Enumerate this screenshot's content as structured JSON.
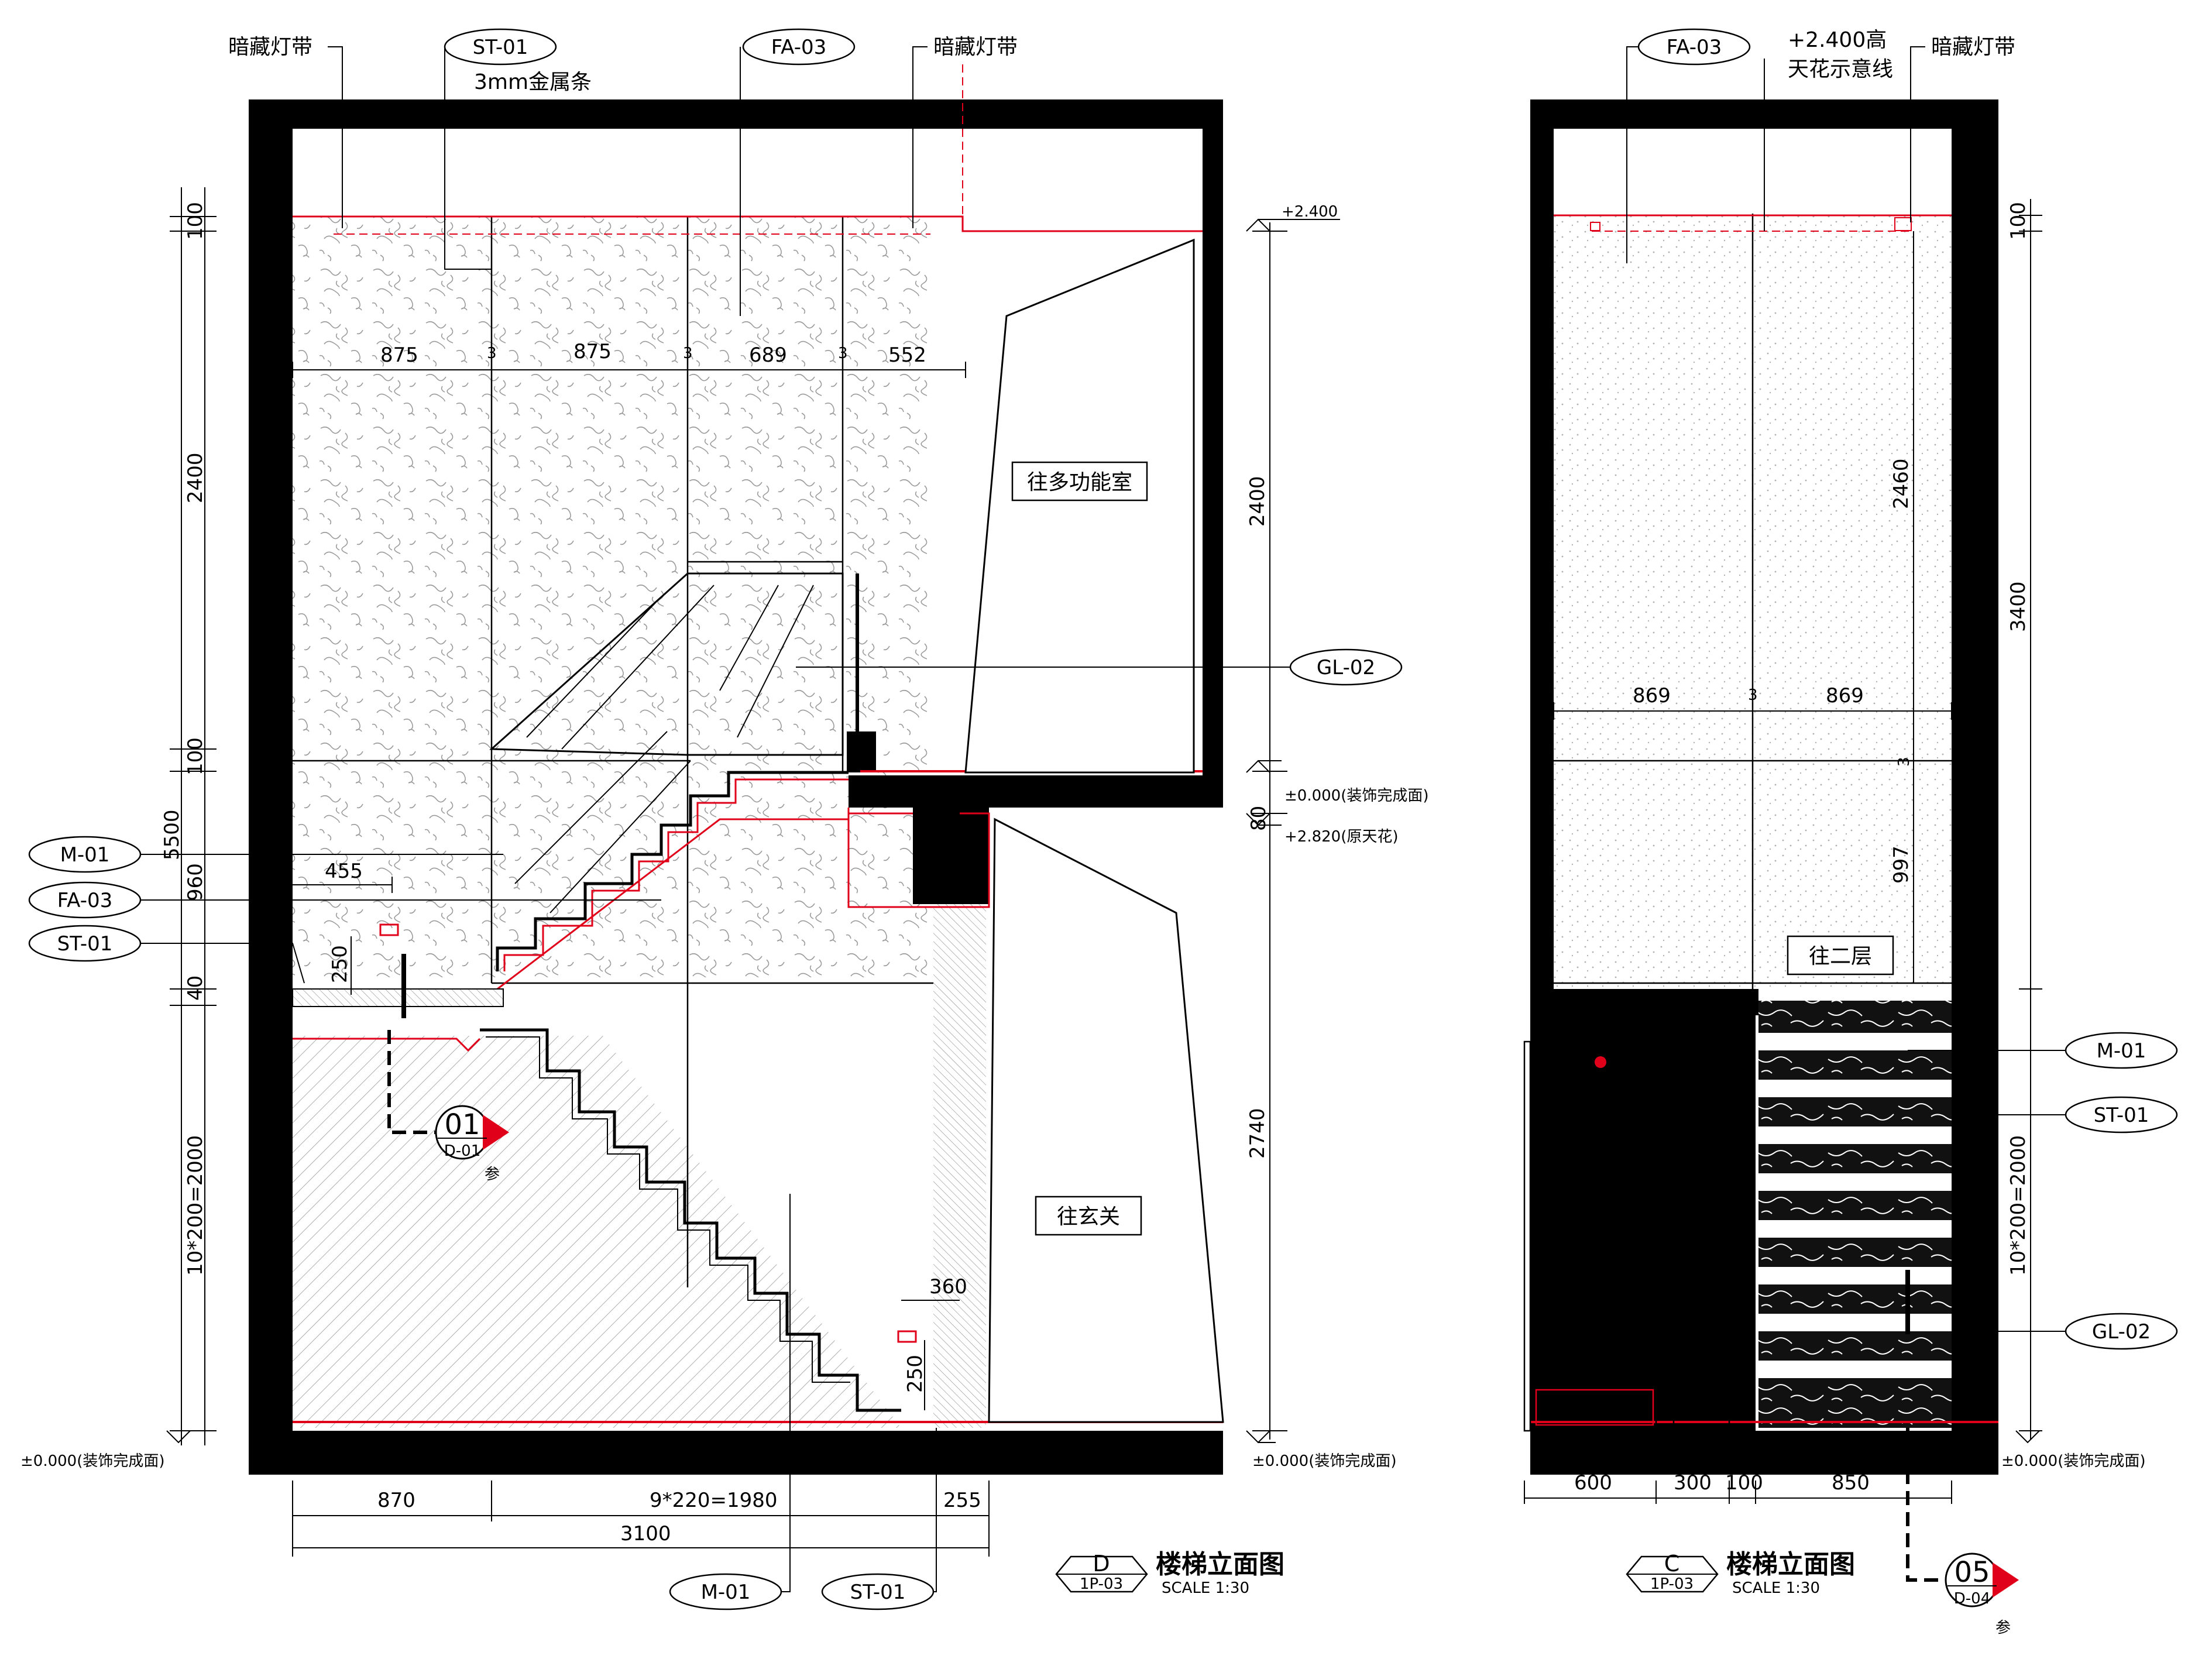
{
  "colors": {
    "wall": "#000000",
    "finish_line": "#e0001a",
    "texture": "#8a8a8a"
  },
  "drawing_d": {
    "tags": {
      "st01_top": "ST-01",
      "fa03_top": "FA-03",
      "gl02": "GL-02",
      "m01_left": "M-01",
      "fa03_left": "FA-03",
      "st01_left": "ST-01",
      "m01_bottom": "M-01",
      "st01_bottom": "ST-01"
    },
    "labels": {
      "hidden_strip_1": "暗藏灯带",
      "hidden_strip_2": "暗藏灯带",
      "metal_strip": "3mm金属条",
      "to_multi_room": "往多功能室",
      "to_foyer": "往玄关"
    },
    "elevations": {
      "top": "+2.400",
      "zero_finish_mid": "±0.000(装饰完成面)",
      "orig_ceiling": "+2.820(原天花)",
      "zero_finish_left": "±0.000(装饰完成面)",
      "zero_finish_right": "±0.000(装饰完成面)"
    },
    "dims": {
      "d875a": "875",
      "d3a": "3",
      "d875b": "875",
      "d3b": "3",
      "d689": "689",
      "d3c": "3",
      "d552": "552",
      "v100a": "100",
      "v2400": "2400",
      "v100b": "100",
      "v5500": "5500",
      "v960": "960",
      "v40": "40",
      "v10x200": "10*200=2000",
      "r2400": "2400",
      "r80": "80",
      "r2740": "2740",
      "d455": "455",
      "d250a": "250",
      "d360": "360",
      "d250b": "250",
      "b870": "870",
      "b9x220": "9*220=1980",
      "b255": "255",
      "b3100": "3100"
    },
    "section_mark": {
      "num": "01",
      "sheet": "D-01",
      "ref": "参"
    },
    "title": {
      "letter": "D",
      "sheet": "1P-03",
      "name": "楼梯立面图",
      "scale": "SCALE 1:30"
    }
  },
  "drawing_c": {
    "tags": {
      "fa03": "FA-03",
      "m01": "M-01",
      "st01": "ST-01",
      "gl02": "GL-02"
    },
    "labels": {
      "ceiling_note_1": "+2.400高",
      "ceiling_note_2": "天花示意线",
      "hidden_strip": "暗藏灯带",
      "to_2f": "往二层"
    },
    "elevations": {
      "zero_finish": "±0.000(装饰完成面)"
    },
    "dims": {
      "d869a": "869",
      "d3": "3",
      "d869b": "869",
      "v2460": "2460",
      "v3": "3",
      "v997": "997",
      "v100": "100",
      "v3400": "3400",
      "v10x200": "10*200=2000",
      "b600": "600",
      "b300": "300",
      "b100": "100",
      "b850": "850"
    },
    "section_mark": {
      "num": "05",
      "sheet": "D-04",
      "ref": "参"
    },
    "title": {
      "letter": "C",
      "sheet": "1P-03",
      "name": "楼梯立面图",
      "scale": "SCALE 1:30"
    }
  }
}
